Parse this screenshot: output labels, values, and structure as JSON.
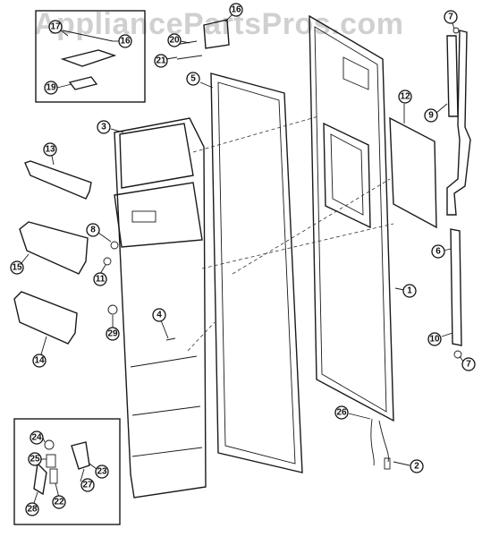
{
  "watermark": "AppliancePartsPros.com",
  "callouts": [
    "1",
    "2",
    "3",
    "4",
    "5",
    "6",
    "7",
    "7",
    "8",
    "9",
    "10",
    "11",
    "12",
    "13",
    "14",
    "15",
    "16",
    "16",
    "17",
    "19",
    "20",
    "21",
    "22",
    "23",
    "24",
    "25",
    "26",
    "27",
    "28",
    "29"
  ]
}
